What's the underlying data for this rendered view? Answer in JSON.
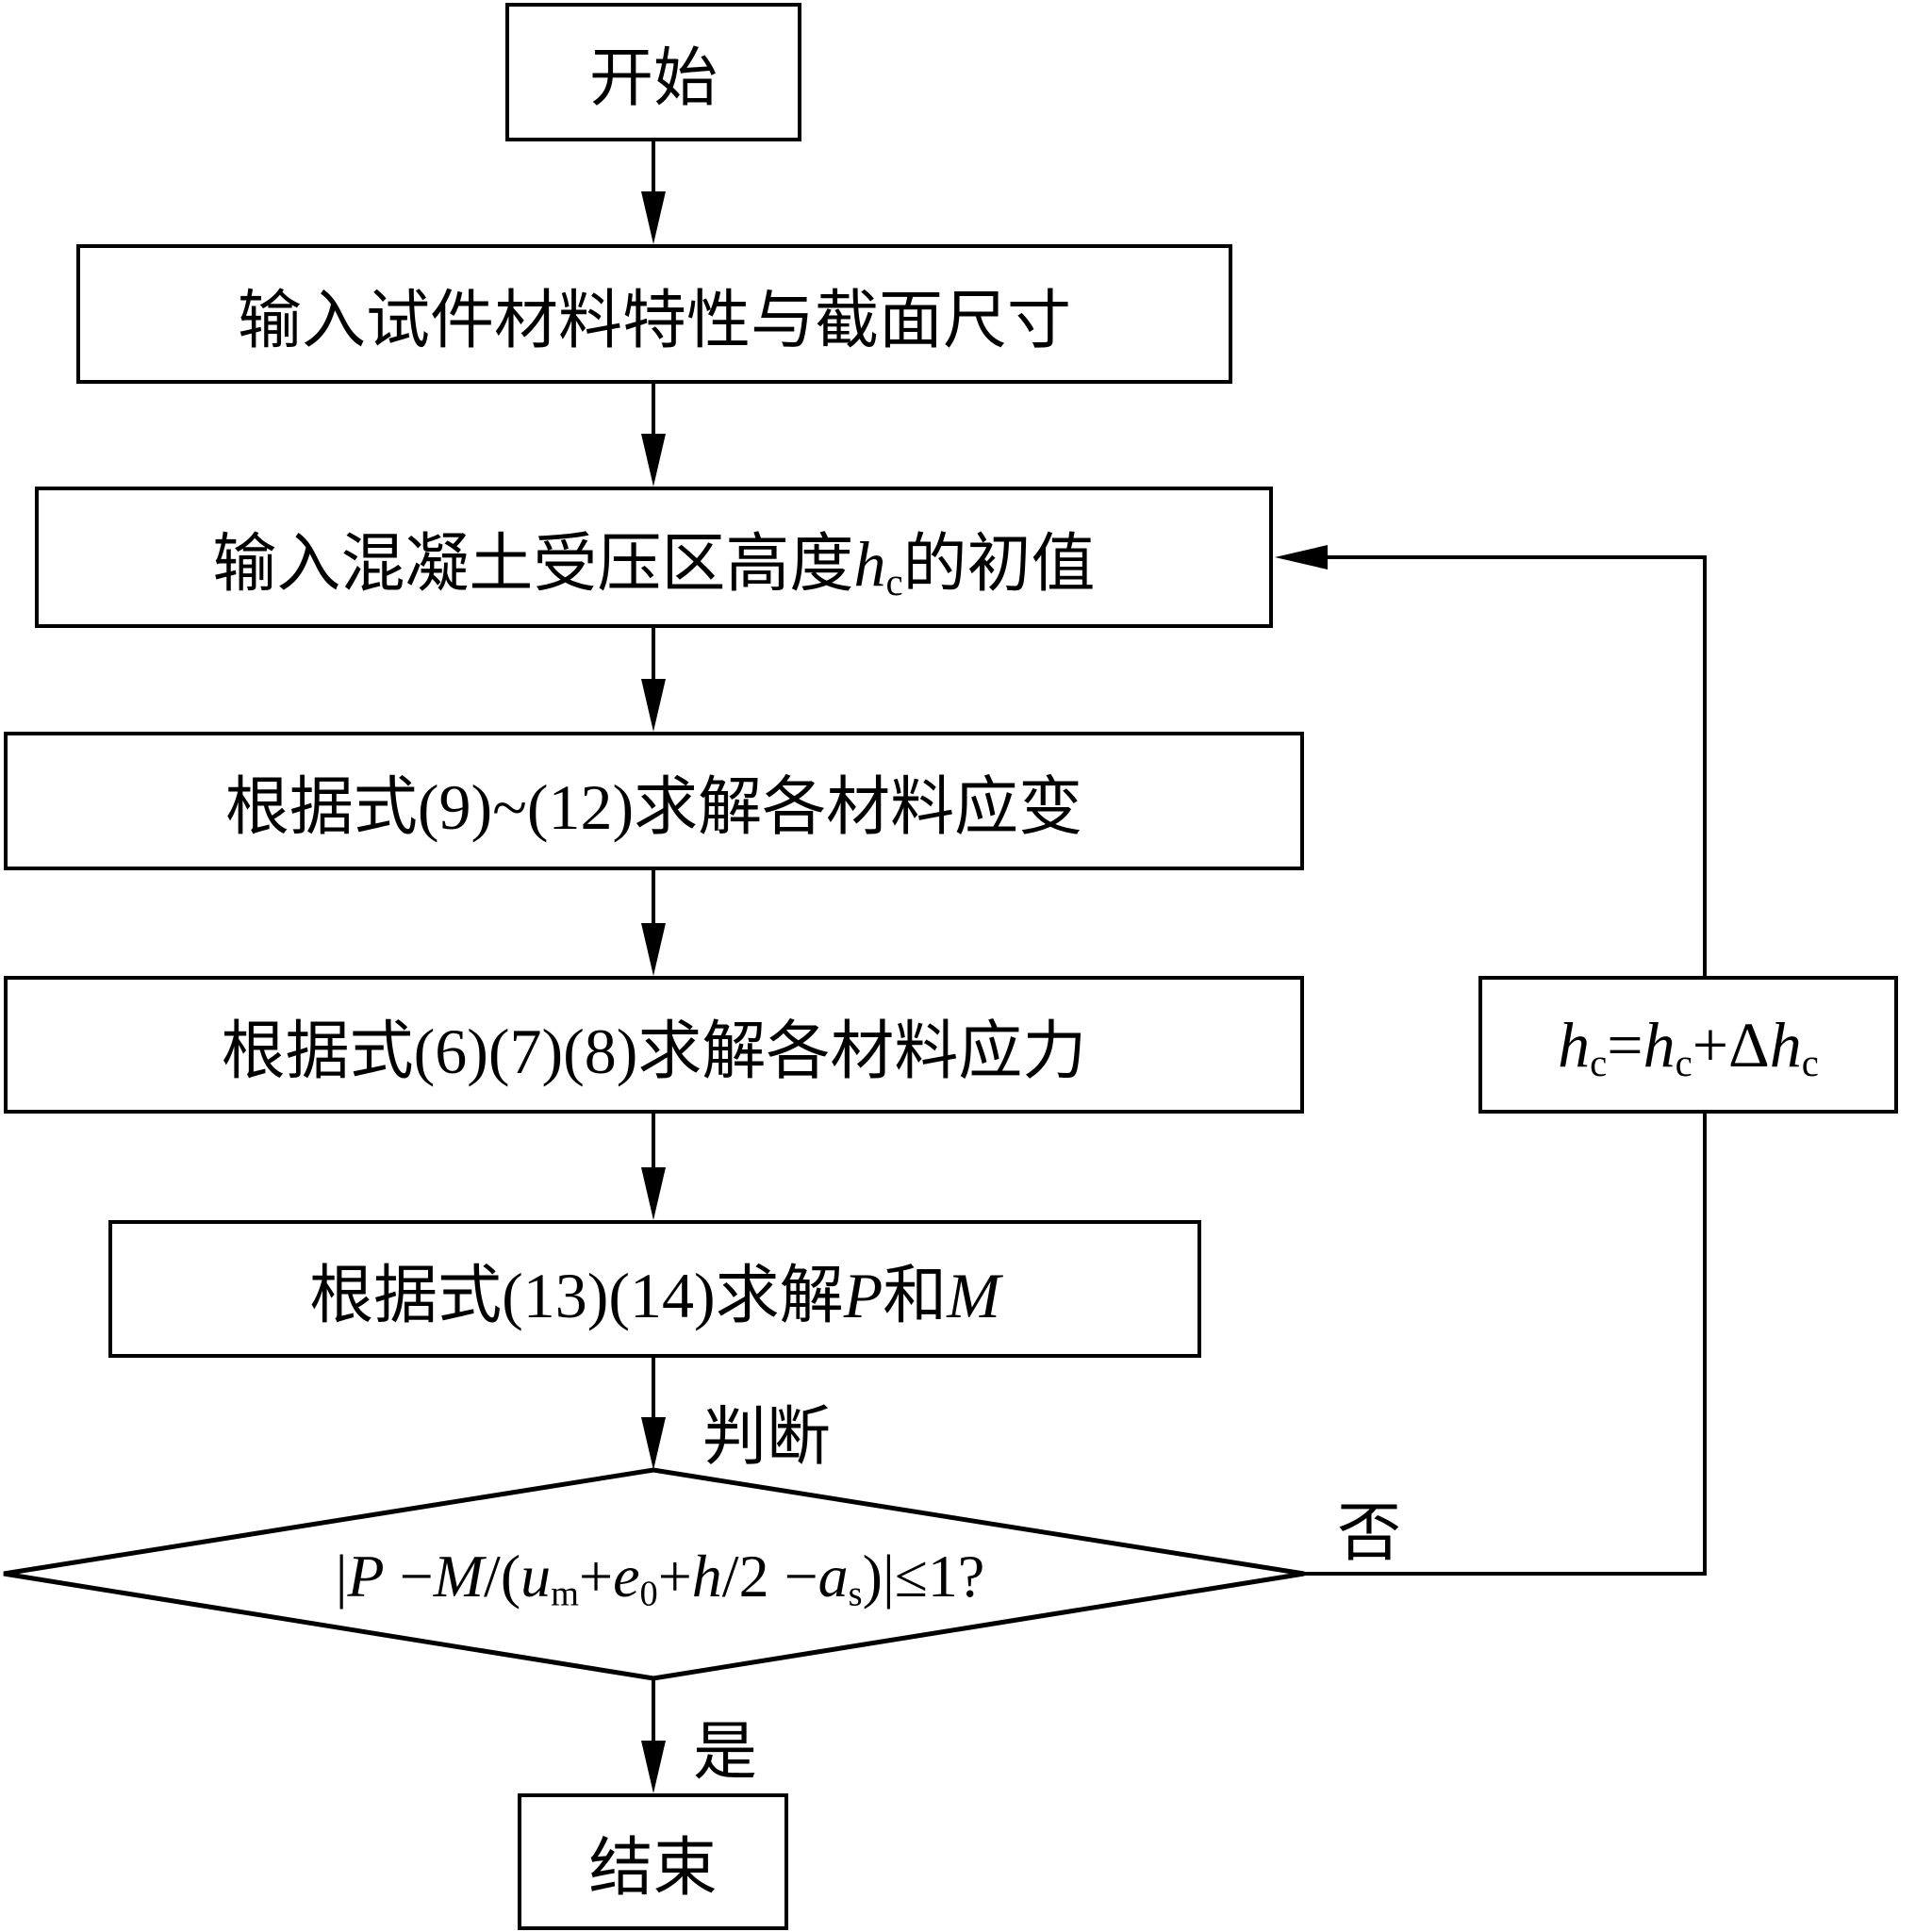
{
  "flowchart": {
    "start": "开始",
    "step1": "输入试件材料特性与截面尺寸",
    "step2": {
      "before": "输入混凝土受压区高度",
      "var": "h",
      "sub": "c",
      "after": "的初值"
    },
    "step3": "根据式(9)~(12)求解各材料应变",
    "step4": "根据式(6)(7)(8)求解各材料应力",
    "step5": {
      "before": "根据式(13)(14)求解",
      "p": "P",
      "and": "和",
      "m": "M"
    },
    "judge_label": "判断",
    "decision": {
      "open": "|",
      "p": "P",
      "minus1": " −",
      "m": "M",
      "slash": "/(",
      "u": "u",
      "u_sub": "m",
      "plus1": "+",
      "e": "e",
      "e_sub": "0",
      "plus2": "+",
      "h": "h",
      "half": "/2 −",
      "a": "a",
      "a_sub": "s",
      "close": ")|≤1?"
    },
    "no_label": "否",
    "yes_label": "是",
    "update": {
      "h1": "h",
      "s1": "c",
      "eq": "=",
      "h2": "h",
      "s2": "c",
      "plus": "+Δ",
      "h3": "h",
      "s3": "c"
    },
    "end": "结束"
  }
}
